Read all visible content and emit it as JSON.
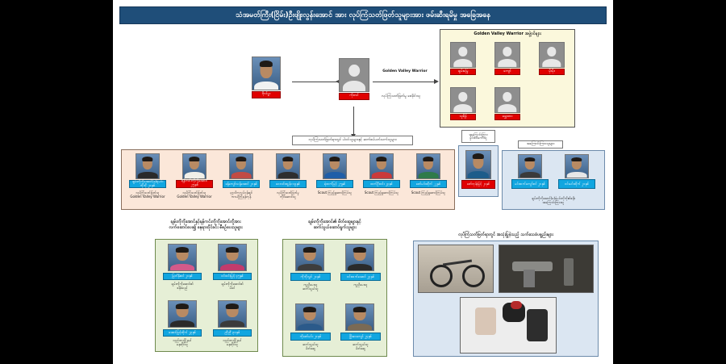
{
  "title": "သံအမတ်ကြီး(ငြိမ်း)ဦးဖျိုးလွန်းအောင် အား လုပ်ကြံသတ်ဖြတ်သူများအား ဖမ်းဆီးရမိမှု အခြေအနေ",
  "victim": {
    "label": "ဗိုလ်မှူး"
  },
  "central": {
    "label": "ကိုတင်",
    "caption": "လုပ်ကြံသတ်ဖြတ်မှု စေခိုင်းသူ"
  },
  "link_label": "Golden Valley Warrior",
  "gvw_group": {
    "title": "Golden Valley Warrior အဖွဲ့ဝင်များ",
    "members": [
      {
        "label": "ချမ်းမြေ့"
      },
      {
        "label": "ကျော်"
      },
      {
        "label": "မိုးမိုး"
      },
      {
        "label": "သူရိန်"
      },
      {
        "label": "ရွှေထား"
      }
    ]
  },
  "mid_header": "လုပ်ကြံသတ်ဖြတ်ရာတွင် ပါဝင်သူများနှင့် ဆက်စပ်ပတ်သက်သူများ",
  "participants": [
    {
      "label": "ချမ်းကိုကိုအောင်(ခ)ရဲမင်းကိုကို ၂၁နှစ်",
      "red": false,
      "caption": "လုပ်ကြံသတ်ဖြတ်သူ\nGolden Valley Warrior"
    },
    {
      "label": "ရန်ကင်းကိုကိုအောင် ၂၅နှစ်",
      "red": true,
      "caption": "လုပ်ကြံသတ်ဖြတ်သူ\nGolden Valley Warrior"
    },
    {
      "label": "ခန့်ကျော်သန့်အောင် ၂၁နှစ်",
      "red": false,
      "caption": "ပုဂ္ဂလိကလုပ်ငန်းရှင်\nကာယိုကြံရန်ကုန်"
    },
    {
      "label": "ဝေလင်းထွန်း ၁၉နှစ်",
      "red": false,
      "caption": "လုပ်ကြံသတ်ဖြတ်မှု\nကိုင်ဆောင်သူ"
    },
    {
      "label": "ရဲထက်မြင့် ၂၅နှစ်",
      "red": false,
      "caption": "Scout ကြည့်ရှုစောင့်ကြပ်သူ"
    },
    {
      "label": "ထက်ဦးဝင်း ၂၃နှစ်",
      "red": false,
      "caption": "Scout ကြည့်ရှုစောင့်ကြပ်သူ"
    },
    {
      "label": "ဇော်မင်းထိုက် ၂၂နှစ်",
      "red": false,
      "caption": "Scout ကြည့်ရှုစောင့်ကြပ်သူ"
    }
  ],
  "group2": {
    "title": "အကြောင်းကြား\nမှိုင်းဝင်ကော်သူ",
    "member_label": "ဇော်ဘုန်းမြင့် ၂၁နှစ်"
  },
  "group3": {
    "title": "အကြောင်းကြားသူများ",
    "members": [
      {
        "label": "မင်းထက်ကျော်ဇင် ၂၁နှစ်"
      },
      {
        "label": "ဝင်းမင်းထိုက် ၂၁နှစ်"
      }
    ],
    "caption": "ချမ်းကိုကိုအောင်(ခ)ရဲမင်းကိုကို၏ဇနီး\nအကြောင်းကြားသူ"
  },
  "bottom_left": {
    "title": "ချမ်းကိုကိုအောင်နှင့်ရန်ကင်းကိုကိုအောင်တို့အား\nလက်ဆောင်ပေး၍ နေရာထိုင်ခင်း စီစဉ်ပေးသူများ",
    "members": [
      {
        "label": "မြတ်နိုးဇင် ၂၁နှစ်",
        "caption": "ချမ်းကိုကိုအောင်၏\nဇနီးသည်"
      },
      {
        "label": "ဝင်းဝင်းမြင့် ၄၅နှစ်",
        "caption": "ချမ်းကိုကိုအောင်၏\nမိခင်"
      },
      {
        "label": "အောင်မြင့်ထိုက် ၂၃နှစ်",
        "caption": "လှည်းကူးမြို့နယ်\nနေထိုင်သူ"
      },
      {
        "label": "ညီညီ ၃၀နှစ်",
        "caption": "လှည်းကူးမြို့နယ်\nနေထိုင်သူ"
      }
    ]
  },
  "bottom_mid": {
    "title": "ချမ်းကိုကိုအောင်၏ မိတ်ဆွေများနှင့်\nဆက်သွယ်ဆောင်ရွက်သူများ",
    "members": [
      {
        "label": "ကိုကိုလွင် ၂၁နှစ်",
        "caption": "ကူညီပေးသူ\nဆက်သွယ်သူ"
      },
      {
        "label": "ဝင်းထက်အောင် ၂၃နှစ်",
        "caption": "ကူညီပေးသူ"
      },
      {
        "label": "ကိုဇော်မင်း ၂၁နှစ်",
        "caption": "ဆက်သွယ်သူ\nမိတ်ဆွေ"
      },
      {
        "label": "ဖြိုးဝေကျော် ၂၄နှစ်",
        "caption": "ဆက်သွယ်သူ\nမိတ်ဆွေ"
      }
    ]
  },
  "evidence": {
    "title": "လုပ်ကြံသတ်ဖြတ်ရာတွင် အသုံးပြုခဲ့သည့် သက်သေခံပစ္စည်းများ"
  }
}
